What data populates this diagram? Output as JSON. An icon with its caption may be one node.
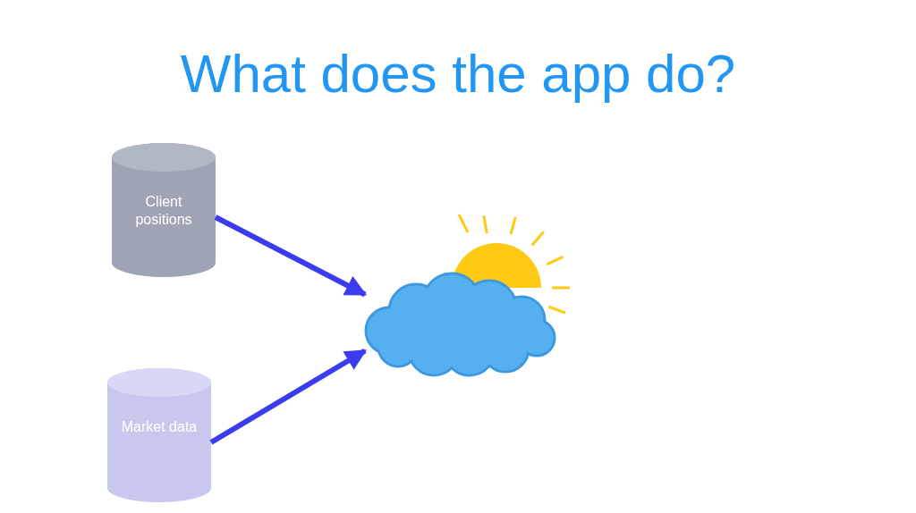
{
  "diagram": {
    "title": "What does the app do?",
    "nodes": [
      {
        "text": [
          "Client positions"
        ]
      },
      {
        "text": [
          "Market data"
        ]
      },
      {
        "text": [],
        "shape": "cloud"
      }
    ],
    "edges": [
      {
        "from": 0,
        "to": 2,
        "arrow": "to"
      },
      {
        "from": 1,
        "to": 2,
        "arrow": "to"
      }
    ]
  }
}
